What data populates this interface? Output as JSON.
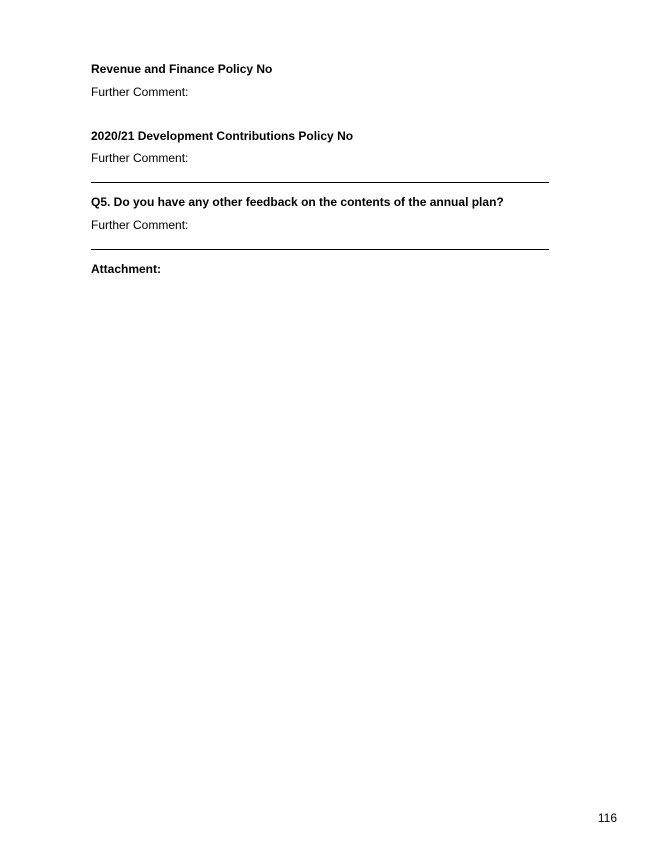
{
  "sections": [
    {
      "heading": "Revenue and Finance Policy No",
      "comment_label": "Further Comment:"
    },
    {
      "heading": "2020/21 Development Contributions Policy No",
      "comment_label": "Further Comment:"
    },
    {
      "heading": "Q5. Do you have any other feedback on the contents of the annual plan?",
      "comment_label": "Further Comment:"
    }
  ],
  "attachment_label": "Attachment:",
  "page_number": "116"
}
